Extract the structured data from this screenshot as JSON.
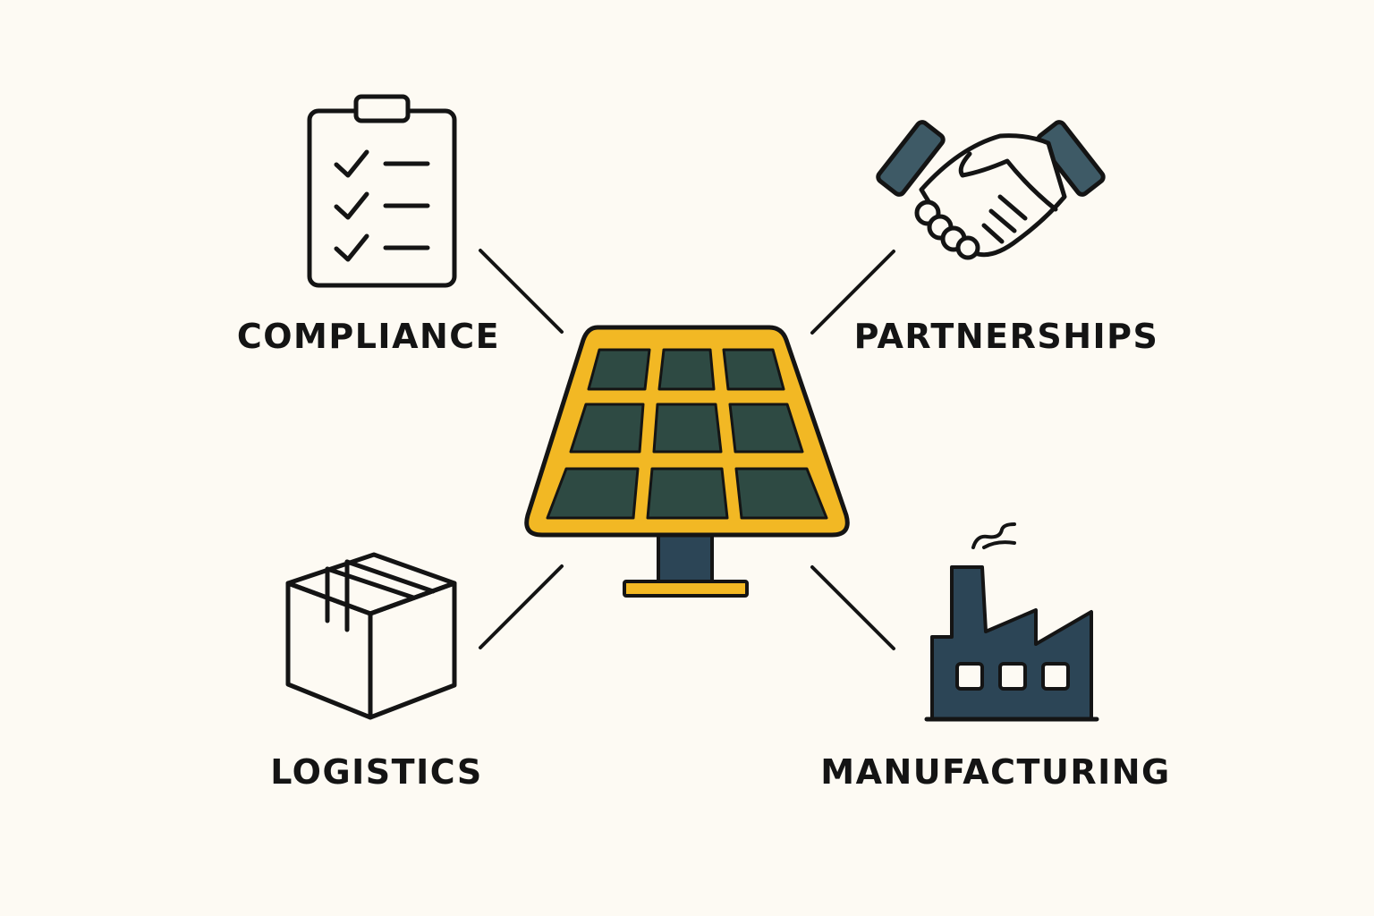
{
  "colors": {
    "background": "#FDFAF3",
    "ink": "#141414",
    "panel_frame": "#F2B824",
    "panel_cell": "#2E4A43",
    "factory": "#2C4556",
    "glove": "#3E5A66"
  },
  "center": {
    "name": "solar-panel",
    "icon": "solar-panel-icon"
  },
  "nodes": [
    {
      "id": "compliance",
      "label": "COMPLIANCE",
      "icon": "clipboard-checklist-icon"
    },
    {
      "id": "partnerships",
      "label": "PARTNERSHIPS",
      "icon": "handshake-icon"
    },
    {
      "id": "logistics",
      "label": "LOGISTICS",
      "icon": "box-icon"
    },
    {
      "id": "manufacturing",
      "label": "MANUFACTURING",
      "icon": "factory-icon"
    }
  ]
}
